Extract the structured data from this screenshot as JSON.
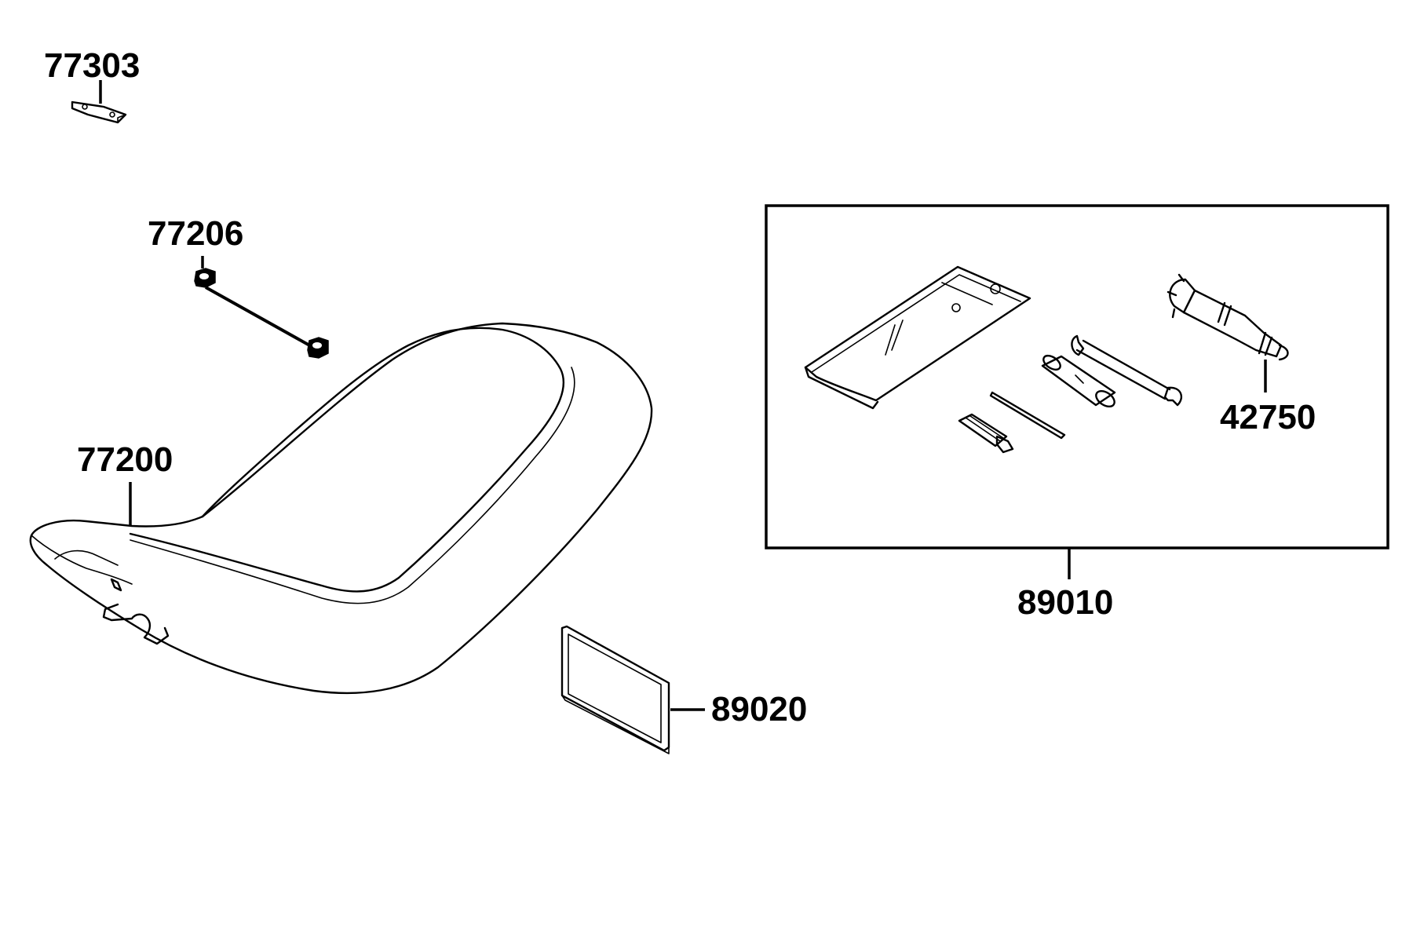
{
  "diagram": {
    "parts": [
      {
        "id": "77303"
      },
      {
        "id": "77206"
      },
      {
        "id": "77200"
      },
      {
        "id": "89020"
      },
      {
        "id": "89010"
      },
      {
        "id": "42750"
      }
    ]
  }
}
